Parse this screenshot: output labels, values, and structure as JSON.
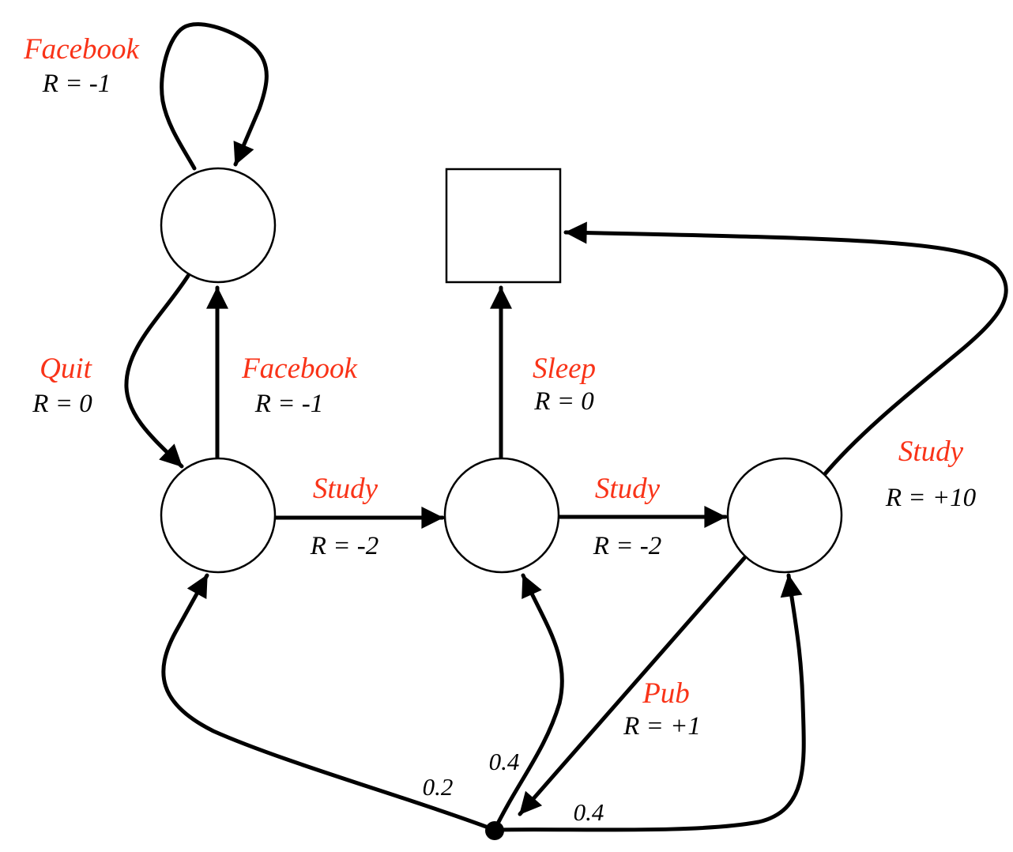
{
  "diagram": {
    "title": "Student MDP",
    "colors": {
      "action": "#f93318",
      "reward": "#000000",
      "stroke": "#000000"
    },
    "states": [
      {
        "id": "facebook",
        "shape": "circle"
      },
      {
        "id": "class1",
        "shape": "circle"
      },
      {
        "id": "class2",
        "shape": "circle"
      },
      {
        "id": "class3",
        "shape": "circle"
      },
      {
        "id": "sleep",
        "shape": "square"
      }
    ],
    "chance_nodes": [
      {
        "id": "pub",
        "shape": "dot"
      }
    ],
    "transitions": [
      {
        "from": "facebook",
        "to": "facebook",
        "action": "Facebook",
        "reward": "R = -1"
      },
      {
        "from": "facebook",
        "to": "class1",
        "action": "Quit",
        "reward": "R = 0"
      },
      {
        "from": "class1",
        "to": "facebook",
        "action": "Facebook",
        "reward": "R = -1"
      },
      {
        "from": "class1",
        "to": "class2",
        "action": "Study",
        "reward": "R = -2"
      },
      {
        "from": "class2",
        "to": "sleep",
        "action": "Sleep",
        "reward": "R = 0"
      },
      {
        "from": "class2",
        "to": "class3",
        "action": "Study",
        "reward": "R = -2"
      },
      {
        "from": "class3",
        "to": "sleep",
        "action": "Study",
        "reward": "R = +10"
      },
      {
        "from": "class3",
        "to": "pub",
        "action": "Pub",
        "reward": "R = +1"
      }
    ],
    "probabilities": [
      {
        "from": "pub",
        "to": "class1",
        "value": "0.2"
      },
      {
        "from": "pub",
        "to": "class2",
        "value": "0.4"
      },
      {
        "from": "pub",
        "to": "class3",
        "value": "0.4"
      }
    ],
    "labels": {
      "fb_loop_action": "Facebook",
      "fb_loop_reward": "R = -1",
      "quit_action": "Quit",
      "quit_reward": "R = 0",
      "fb_action": "Facebook",
      "fb_reward": "R = -1",
      "study1_action": "Study",
      "study1_reward": "R = -2",
      "sleep_action": "Sleep",
      "sleep_reward": "R = 0",
      "study2_action": "Study",
      "study2_reward": "R = -2",
      "study3_action": "Study",
      "study3_reward": "R = +10",
      "pub_action": "Pub",
      "pub_reward": "R = +1",
      "p_class1": "0.2",
      "p_class2": "0.4",
      "p_class3": "0.4"
    }
  }
}
